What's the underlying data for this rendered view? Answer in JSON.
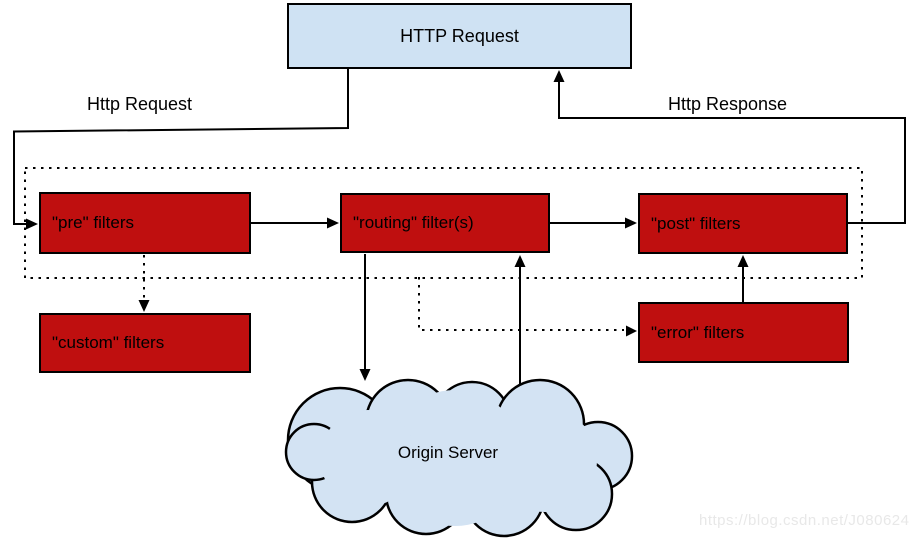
{
  "diagram": {
    "http_request_box": {
      "label": "HTTP Request"
    },
    "edge_labels": {
      "request": "Http Request",
      "response": "Http Response"
    },
    "filter_boxes": {
      "pre": {
        "label": "\"pre\" filters"
      },
      "routing": {
        "label": "\"routing\" filter(s)"
      },
      "post": {
        "label": "\"post\" filters"
      },
      "custom": {
        "label": "\"custom\" filters"
      },
      "error": {
        "label": "\"error\" filters"
      }
    },
    "cloud": {
      "label": "Origin Server"
    },
    "watermark": "https://blog.csdn.net/J080624",
    "colors": {
      "box_blue": "#cfe2f3",
      "cloud_blue": "#d3e3f3",
      "filter_red": "#bf0f0f",
      "line": "#000000",
      "watermark_gray": "#e8e8e8"
    }
  }
}
